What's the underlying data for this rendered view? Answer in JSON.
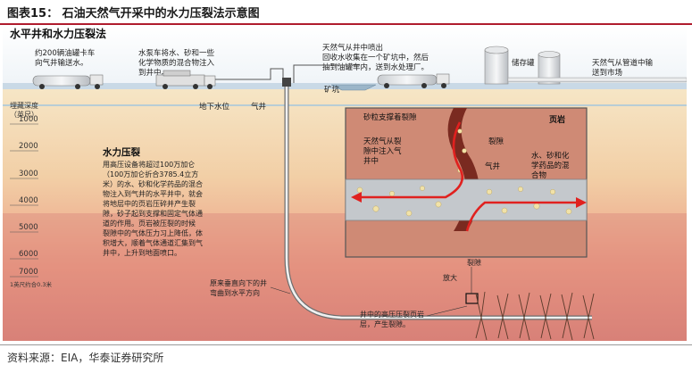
{
  "figure": {
    "title": "图表15： 石油天然气开采中的水力压裂法示意图",
    "source": "资料来源：EIA，华泰证券研究所"
  },
  "diagram": {
    "heading": "水平井和水力压裂法",
    "surface": {
      "trucks_note": [
        "约200辆油罐卡车",
        "向气井输送水。"
      ],
      "pump_note": [
        "水泵车将水、砂和一些",
        "化学物质的混合物注入",
        "到井中。"
      ],
      "gas_recover_note": [
        "天然气从井中喷出",
        "回收水收集在一个矿坑中，然后",
        "抽到油罐车内，送到水处理厂。"
      ],
      "storage_tank": "储存罐",
      "pipeline_note": [
        "天然气从管道中输",
        "送到市场"
      ],
      "pit": "矿坑",
      "water_table": "地下水位",
      "gas_well": "气井"
    },
    "depth": {
      "title": [
        "埋藏深度",
        "（英尺）"
      ],
      "ticks": [
        "1000",
        "2000",
        "3000",
        "4000",
        "5000",
        "6000",
        "7000"
      ],
      "note": "1英尺约合0.3米"
    },
    "fracking": {
      "title": "水力压裂",
      "body": [
        "用高压设备将超过100万加仑",
        "（100万加仑折合3785.4立方",
        "米）的水、砂和化学药品的混合",
        "物注入到气井的水平井中，就会",
        "将地层中的页岩压碎并产生裂",
        "隙，砂子起到支撑和固定气体通",
        "道的作用。页岩被压裂的时候",
        "裂隙中的气体压力习上降低，体",
        "积增大，顺着气体通道汇集到气",
        "井中，上升到地面喷口。"
      ]
    },
    "turn_note": [
      "原来垂直向下的井",
      "弯曲到水平方向"
    ],
    "high_pressure_note": [
      "井中的高压压裂页岩",
      "层，产生裂隙。"
    ],
    "magnified": "放大",
    "fracture_label": "裂隙",
    "inset": {
      "proppant": "砂粒支撑着裂隙",
      "shale": "页岩",
      "gas_flow": [
        "天然气从裂",
        "隙中注入气",
        "井中"
      ],
      "fracture": "裂隙",
      "well": "气井",
      "mixture": [
        "水、砂和化",
        "学药品的混",
        "合物"
      ]
    }
  }
}
